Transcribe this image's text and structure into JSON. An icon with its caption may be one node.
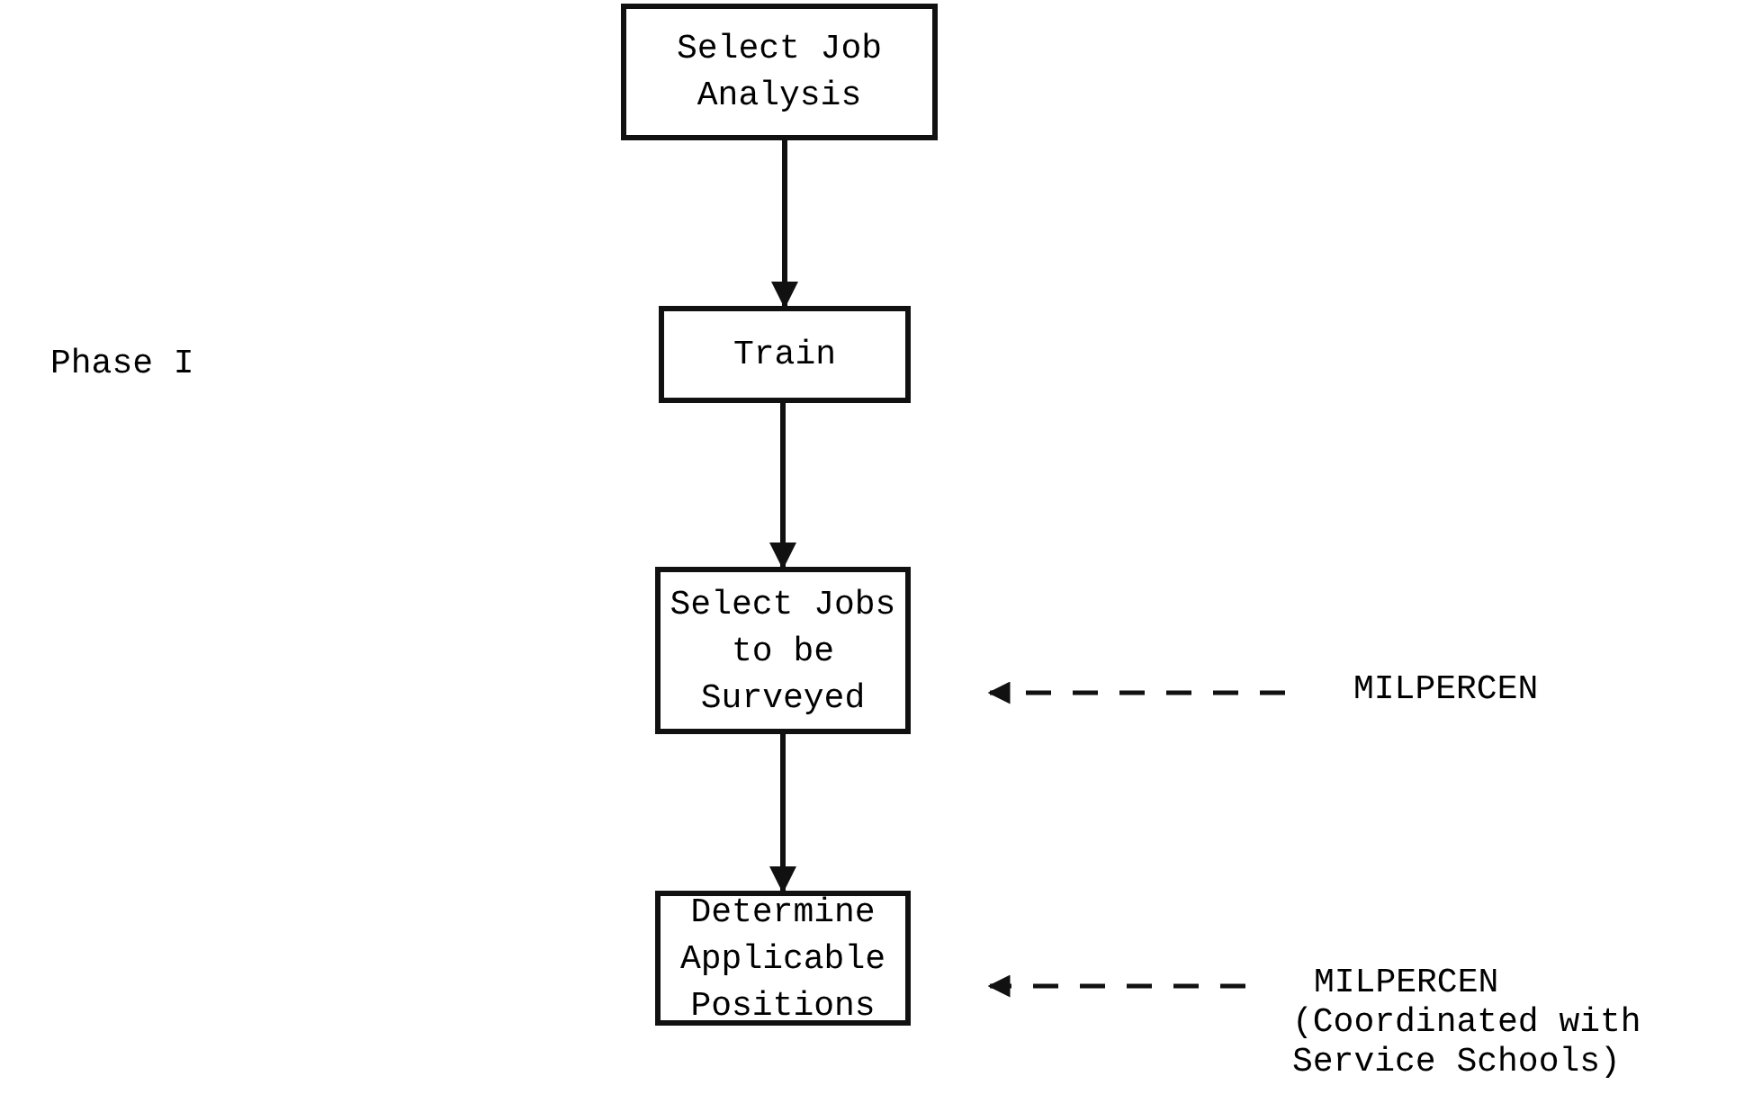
{
  "diagram": {
    "nodes": [
      {
        "text": [
          "Select Job Analysis"
        ]
      },
      {
        "text": [
          "Train"
        ]
      },
      {
        "text": [
          "Select Jobs to be Surveyed"
        ]
      },
      {
        "text": [
          "Determine Applicable Positions"
        ]
      },
      {
        "text": [
          "MILPERCEN"
        ]
      },
      {
        "text": [
          "MILPERCEN",
          "(Coordinated with Service Schools)"
        ]
      }
    ],
    "edges": [
      {
        "from": 0,
        "to": 1,
        "arrow": "to"
      },
      {
        "from": 1,
        "to": 2,
        "arrow": "to"
      },
      {
        "from": 2,
        "to": 3,
        "arrow": "to"
      },
      {
        "from": 4,
        "to": 2,
        "arrow": "to",
        "style": "dashed"
      },
      {
        "from": 5,
        "to": 3,
        "arrow": "to",
        "style": "dashed"
      }
    ],
    "labels": [
      "Phase I"
    ]
  }
}
